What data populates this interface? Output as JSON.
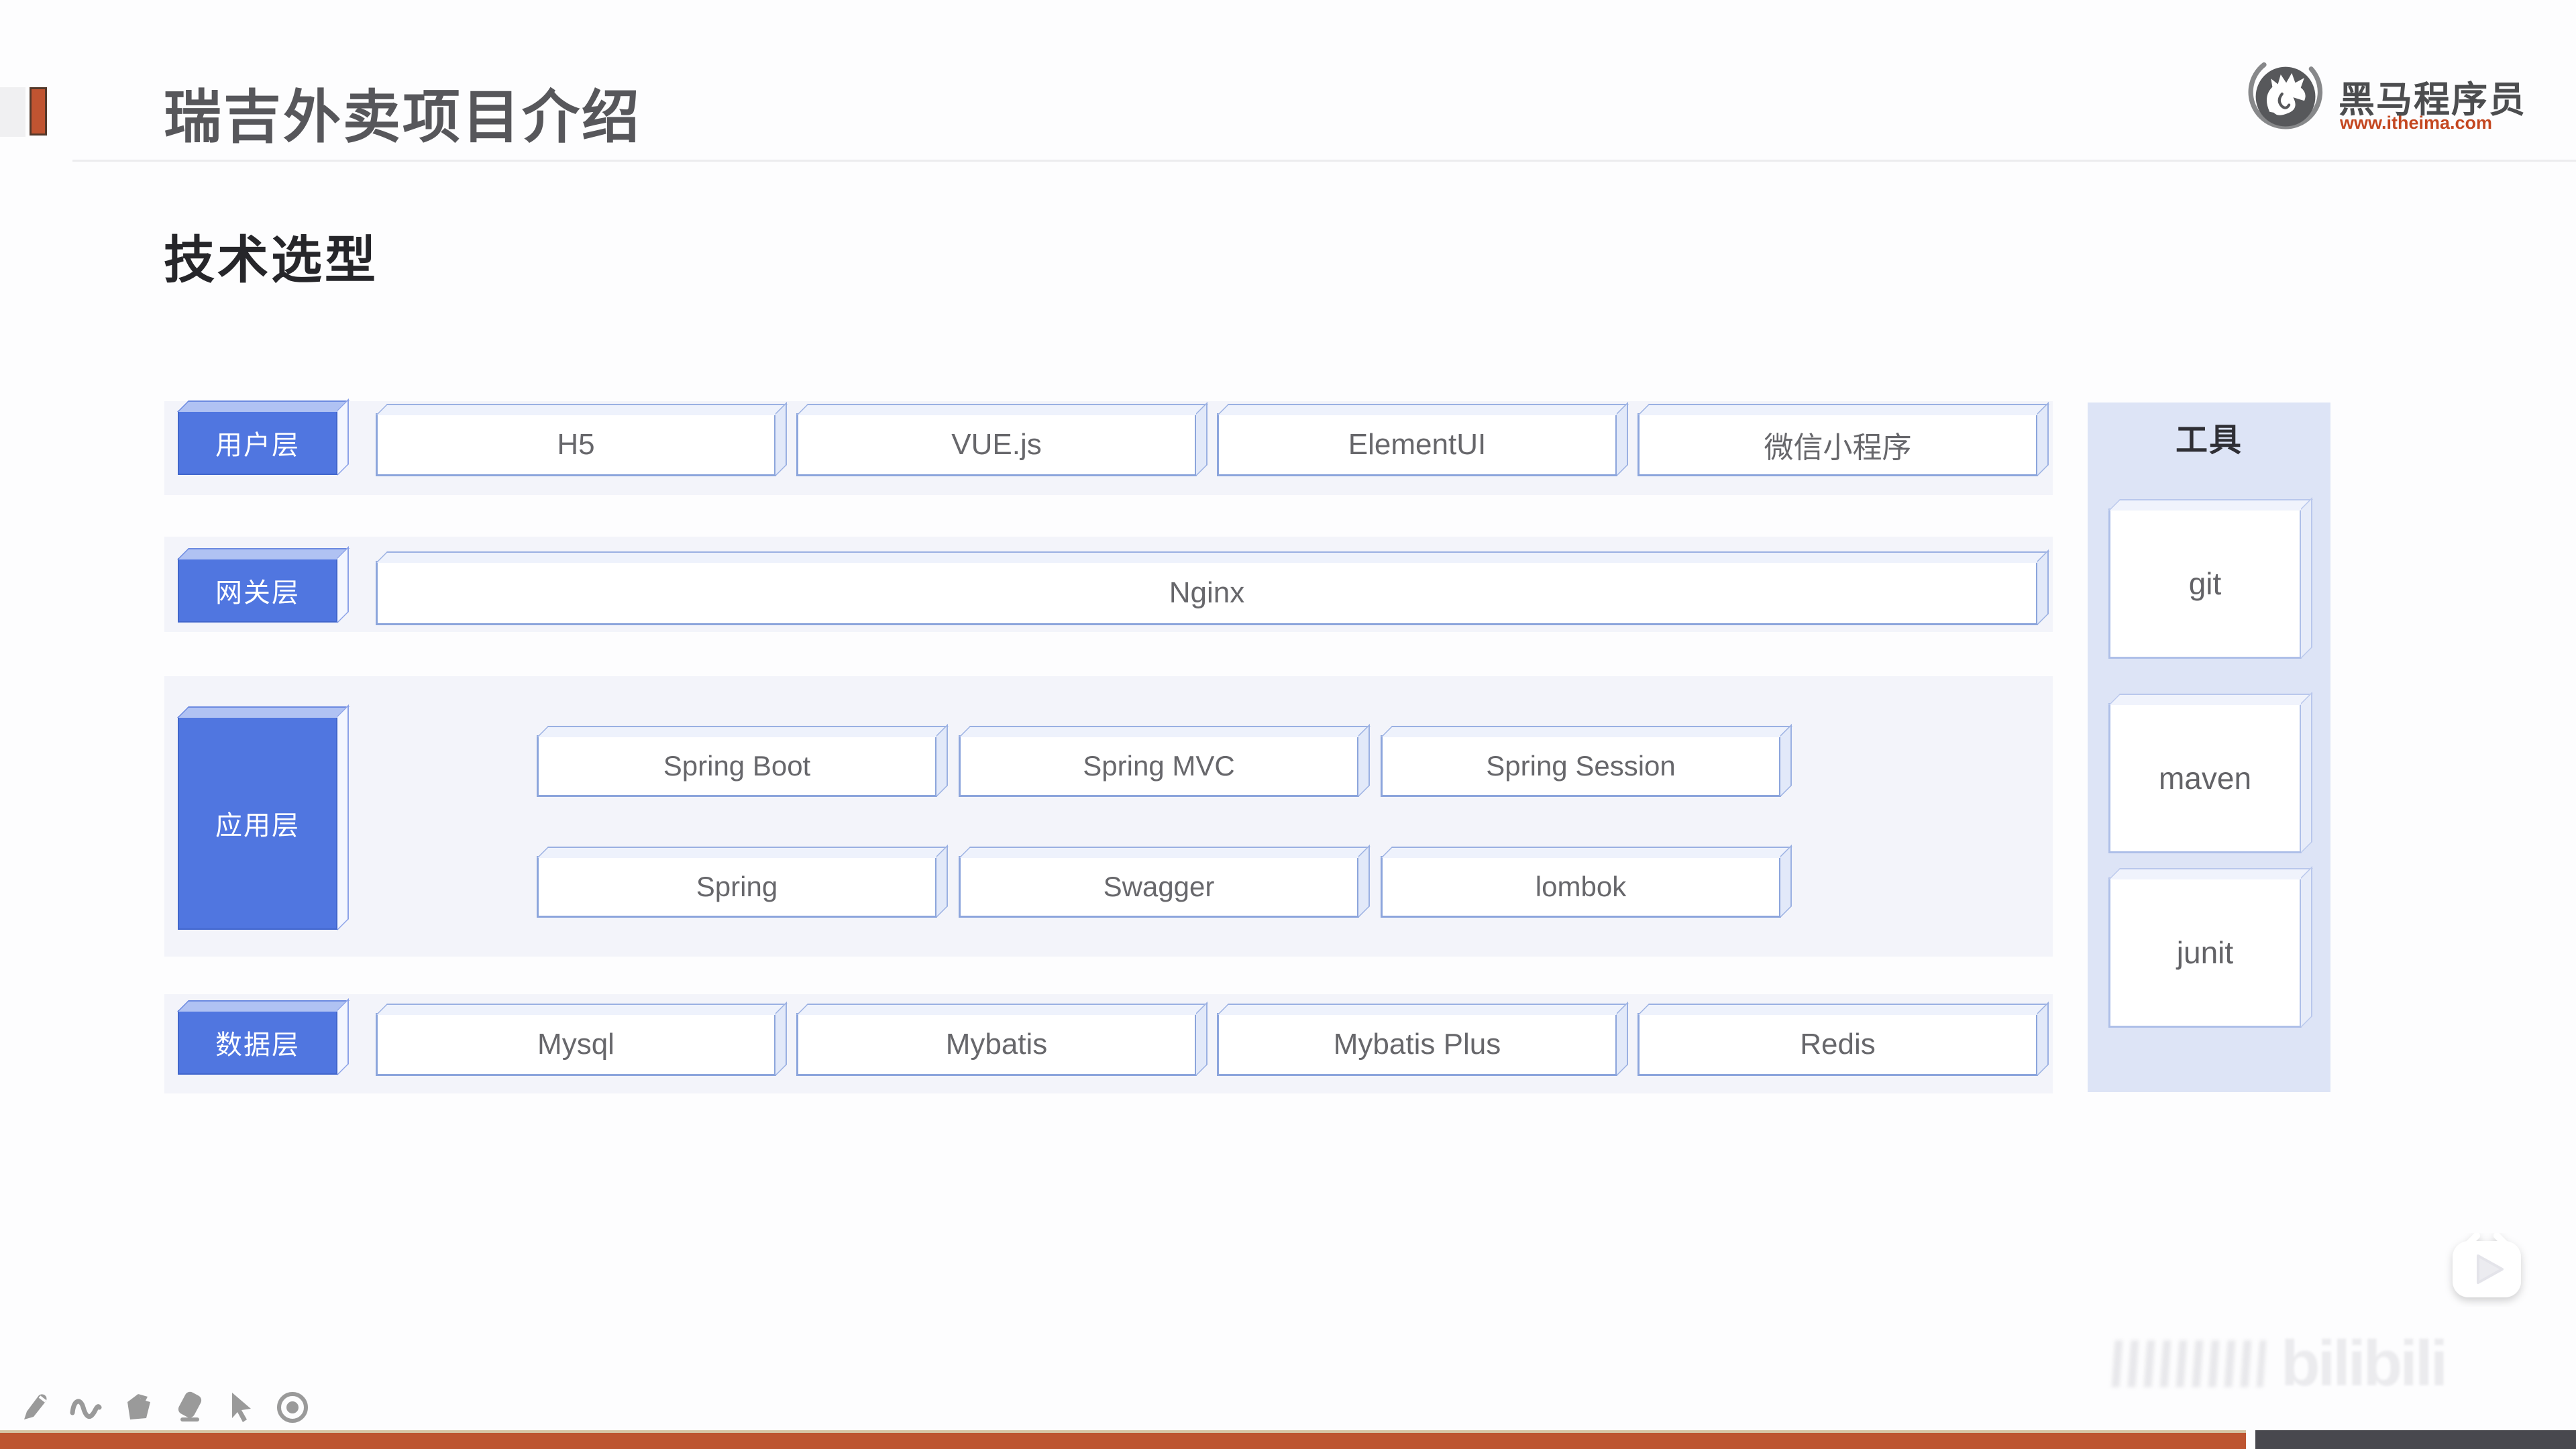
{
  "header": {
    "title": "瑞吉外卖项目介绍",
    "brand": {
      "name": "黑马程序员",
      "url": "www.itheima.com"
    }
  },
  "subtitle": "技术选型",
  "architecture": {
    "user_layer": {
      "label": "用户层",
      "items": [
        "H5",
        "VUE.js",
        "ElementUI",
        "微信小程序"
      ]
    },
    "gateway_layer": {
      "label": "网关层",
      "items": [
        "Nginx"
      ]
    },
    "app_layer": {
      "label": "应用层",
      "row1": [
        "Spring Boot",
        "Spring MVC",
        "Spring Session"
      ],
      "row2": [
        "Spring",
        "Swagger",
        "lombok"
      ]
    },
    "data_layer": {
      "label": "数据层",
      "items": [
        "Mysql",
        "Mybatis",
        "Mybatis Plus",
        "Redis"
      ]
    },
    "tools": {
      "title": "工具",
      "items": [
        "git",
        "maven",
        "junit"
      ]
    }
  },
  "annotation_toolbar": {
    "icons": [
      "pencil",
      "squiggle",
      "shape",
      "eraser",
      "cursor",
      "record"
    ]
  },
  "watermark": {
    "text": "bilibili"
  },
  "colors": {
    "accent_red": "#c05431",
    "layer_blue": "#5076e0",
    "box_border_blue": "#8ca5dc",
    "panel_bg": "#f3f4fa",
    "tools_panel_bg": "#dde4f6",
    "bottom_bar_orange": "#bd5430",
    "bottom_bar_dark": "#48484e",
    "brand_url_color": "#c44720"
  }
}
